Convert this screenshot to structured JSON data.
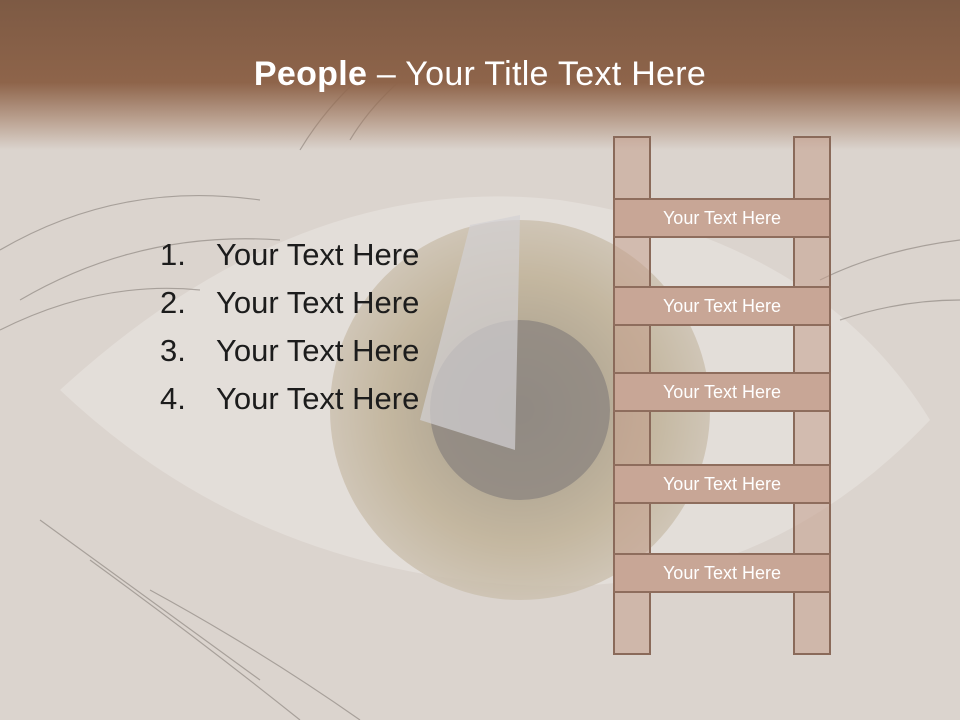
{
  "slide": {
    "title_bold": "People",
    "title_rest": " – Your Title Text Here",
    "list": [
      {
        "num": "1.",
        "text": "Your Text Here"
      },
      {
        "num": "2.",
        "text": "Your Text Here"
      },
      {
        "num": "3.",
        "text": "Your Text Here"
      },
      {
        "num": "4.",
        "text": "Your Text Here"
      }
    ],
    "ladder_rungs": [
      "Your Text Here",
      "Your Text Here",
      "Your Text Here",
      "Your Text Here",
      "Your Text Here"
    ]
  }
}
